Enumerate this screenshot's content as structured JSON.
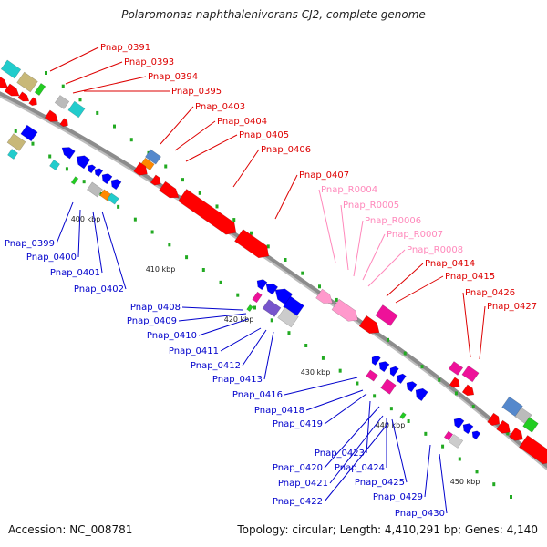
{
  "title": "Polaromonas naphthalenivorans CJ2, complete genome",
  "footer": {
    "accession": "Accession: NC_008781",
    "topology": "Topology: circular; Length: 4,410,291 bp; Genes: 4,140"
  },
  "colors": {
    "backbone": "#8c8c8c",
    "forward_cds": "#ff0000",
    "reverse_cds": "#0000ff",
    "rna": "#ff99cc",
    "magenta_feature": "#ee1199",
    "tick": "#22aa22",
    "label_red": "#dd0000",
    "label_blue": "#0000cc",
    "label_pink": "#ff88bb"
  },
  "scale_labels": [
    "400 kbp",
    "410 kbp",
    "420 kbp",
    "430 kbp",
    "440 kbp",
    "450 kbp"
  ],
  "forward_labels": [
    "Pnap_0391",
    "Pnap_0393",
    "Pnap_0394",
    "Pnap_0395",
    "Pnap_0403",
    "Pnap_0404",
    "Pnap_0405",
    "Pnap_0406",
    "Pnap_0407",
    "Pnap_0414",
    "Pnap_0415",
    "Pnap_0426",
    "Pnap_0427"
  ],
  "rna_labels": [
    "Pnap_R0004",
    "Pnap_R0005",
    "Pnap_R0006",
    "Pnap_R0007",
    "Pnap_R0008"
  ],
  "reverse_labels": [
    "Pnap_0399",
    "Pnap_0400",
    "Pnap_0401",
    "Pnap_0402",
    "Pnap_0408",
    "Pnap_0409",
    "Pnap_0410",
    "Pnap_0411",
    "Pnap_0412",
    "Pnap_0413",
    "Pnap_0416",
    "Pnap_0418",
    "Pnap_0419",
    "Pnap_0423",
    "Pnap_0420",
    "Pnap_0424",
    "Pnap_0421",
    "Pnap_0425",
    "Pnap_0422",
    "Pnap_0429",
    "Pnap_0430"
  ]
}
